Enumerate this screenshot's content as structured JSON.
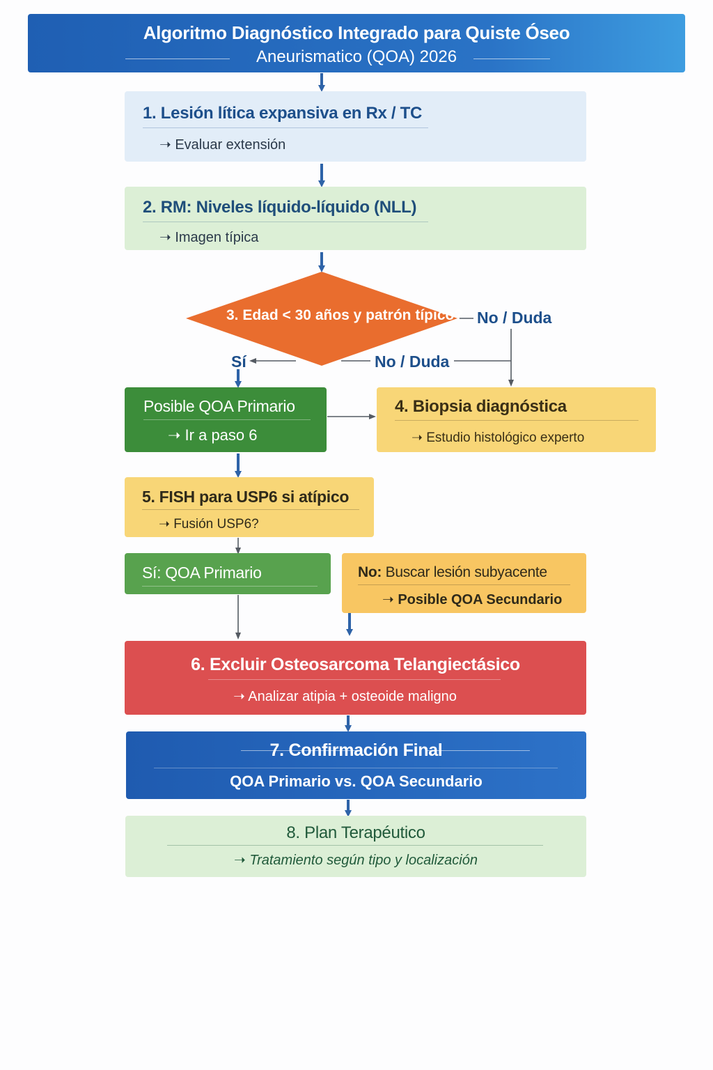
{
  "title": {
    "line1": "Algoritmo Diagnóstico Integrado para Quiste Óseo",
    "line2": "Aneurismatico (QOA) 2026"
  },
  "steps": {
    "s1": {
      "title": "1. Lesión lítica expansiva en Rx / TC",
      "sub": "➝ Evaluar extensión"
    },
    "s2": {
      "title": "2. RM: Niveles líquido-líquido (NLL)",
      "sub": "➝ Imagen típica"
    },
    "decision": {
      "label": "3. Edad < 30 años y patrón típico?"
    },
    "primario": {
      "title": "Posible QOA Primario",
      "sub": "➝ Ir a paso 6"
    },
    "biopsia": {
      "title": "4. Biopsia diagnóstica",
      "sub": "➝ Estudio histológico experto"
    },
    "fish": {
      "title": "5. FISH para USP6 si atípico",
      "sub": "➝ Fusión USP6?"
    },
    "si": {
      "title": "Sí: QOA Primario"
    },
    "no": {
      "bold": "No:",
      "title": "Buscar lesión subyacente",
      "sub": "➝ Posible QOA Secundario"
    },
    "s6": {
      "title": "6. Excluir Osteosarcoma Telangiectásico",
      "sub": "➝ Analizar atipia + osteoide maligno"
    },
    "s7": {
      "title": "7. Confirmación Final",
      "sub": "QOA Primario vs. QOA Secundario"
    },
    "s8": {
      "title": "8. Plan Terapéutico",
      "sub": "➝ Tratamiento según tipo y localización"
    }
  },
  "edge_labels": {
    "si": "Sí",
    "no_duda_right": "No / Duda",
    "no_duda_bottom": "No / Duda"
  },
  "colors": {
    "arrow": "#2e63a8",
    "line": "#555b63",
    "decision": "#e96d2e"
  }
}
